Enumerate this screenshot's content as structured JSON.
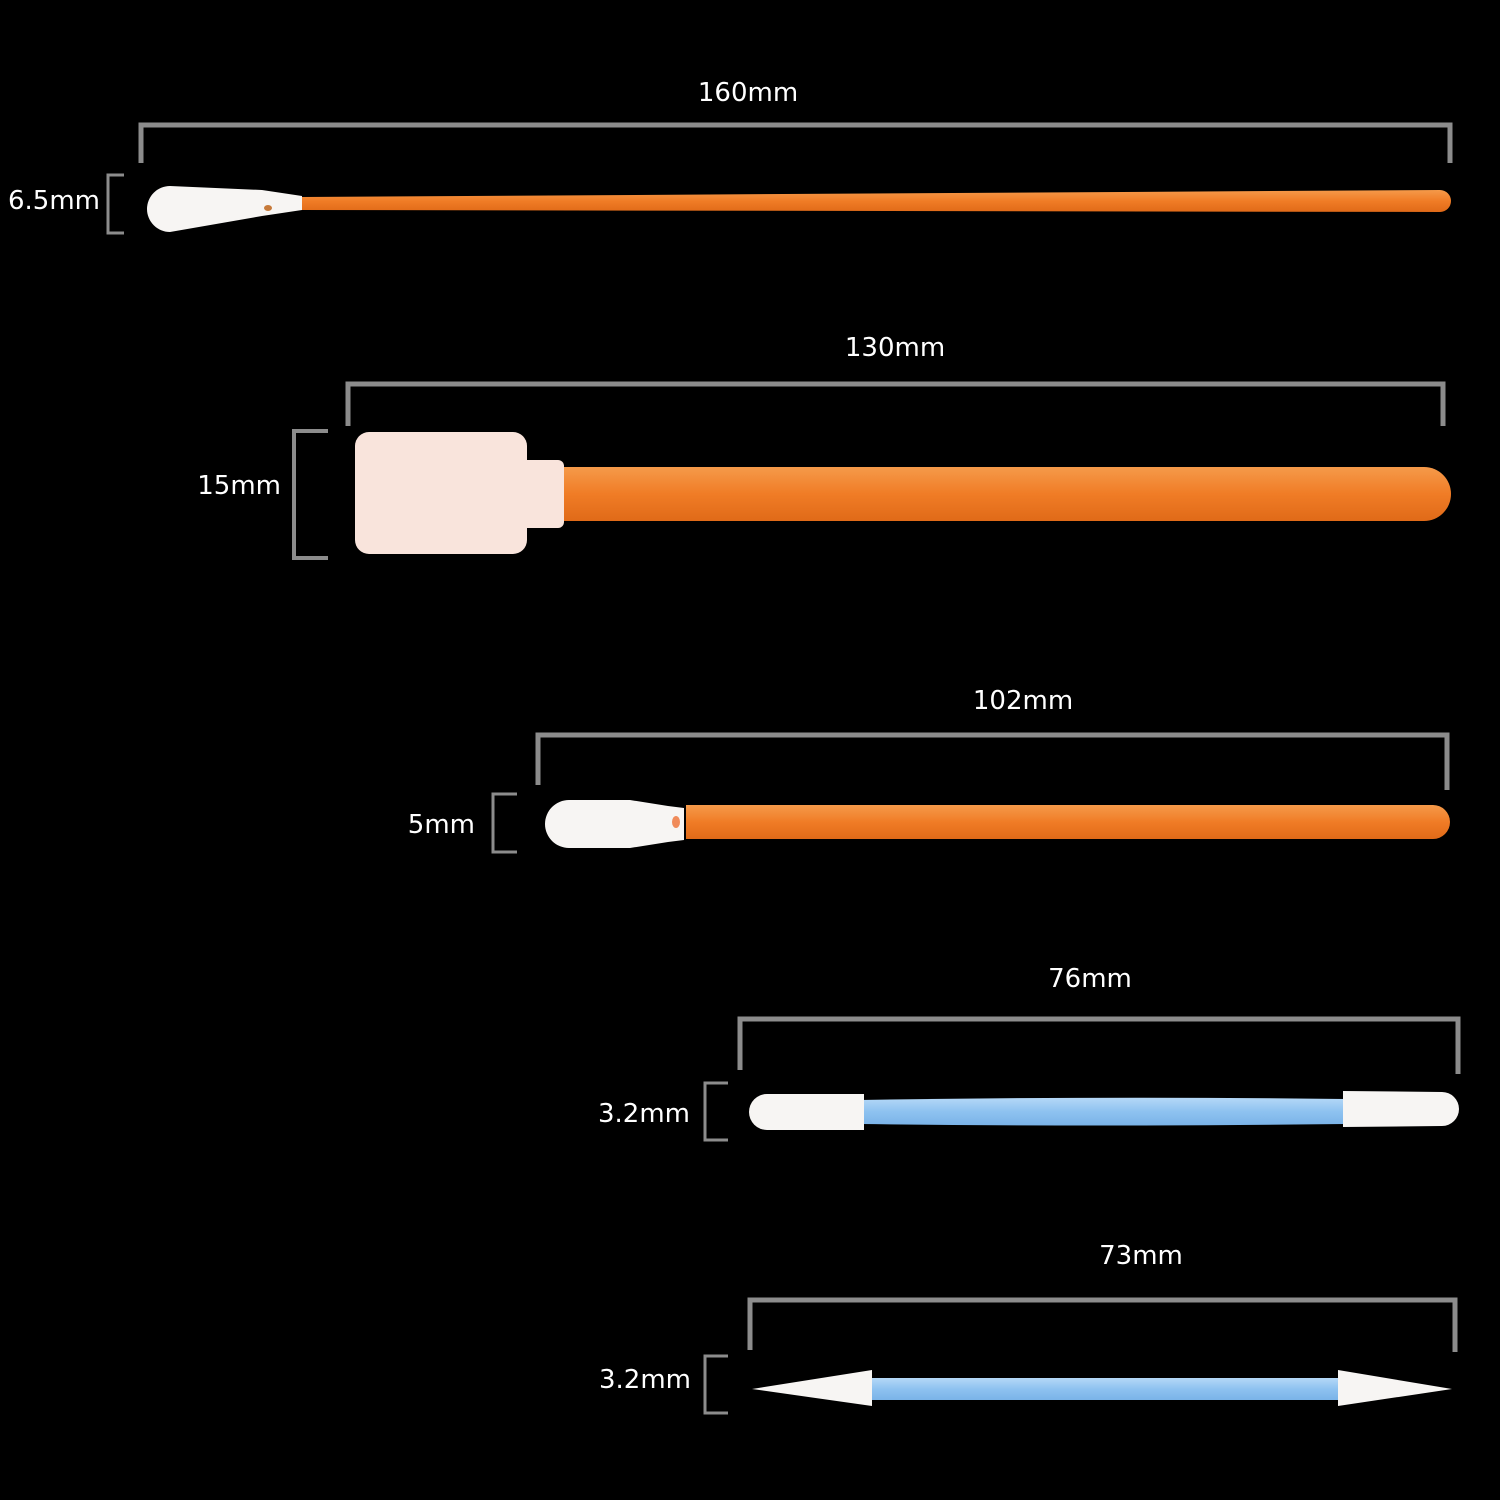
{
  "swabs": [
    {
      "length": "160mm",
      "diameter": "6.5mm",
      "handle_color": "#F07C26",
      "tip_color": "#F7F5F3",
      "tip_shape": "rounded",
      "double_ended": false
    },
    {
      "length": "130mm",
      "diameter": "15mm",
      "handle_color": "#F07C26",
      "tip_color": "#F9E4DC",
      "tip_shape": "square",
      "double_ended": false
    },
    {
      "length": "102mm",
      "diameter": "5mm",
      "handle_color": "#F07C26",
      "tip_color": "#F7F5F3",
      "tip_shape": "rounded",
      "double_ended": false
    },
    {
      "length": "76mm",
      "diameter": "3.2mm",
      "handle_color": "#8EC2F0",
      "tip_color": "#F7F5F3",
      "tip_shape": "rounded",
      "double_ended": true
    },
    {
      "length": "73mm",
      "diameter": "3.2mm",
      "handle_color": "#8EC2F0",
      "tip_color": "#F7F5F3",
      "tip_shape": "pointed",
      "double_ended": true
    }
  ],
  "colors": {
    "background": "#000000",
    "bracket": "#8C8C8C",
    "text": "#FFFFFF"
  }
}
